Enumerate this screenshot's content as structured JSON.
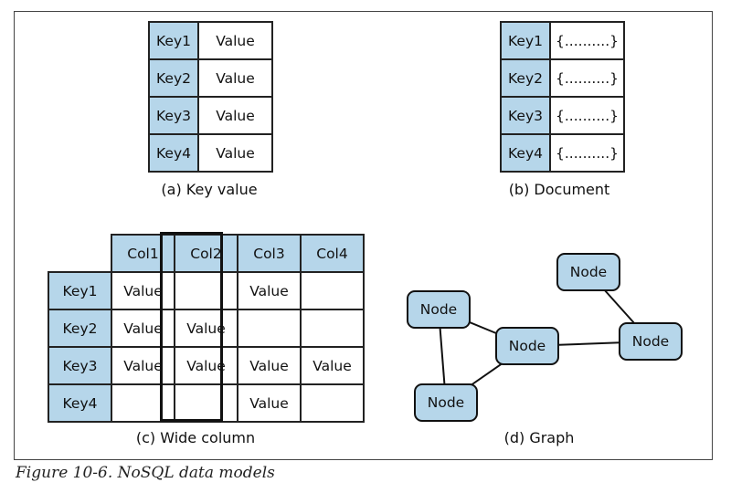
{
  "figure_caption": "Figure 10-6. NoSQL data models",
  "key_value": {
    "caption": "(a) Key value",
    "rows": [
      {
        "key": "Key1",
        "value": "Value"
      },
      {
        "key": "Key2",
        "value": "Value"
      },
      {
        "key": "Key3",
        "value": "Value"
      },
      {
        "key": "Key4",
        "value": "Value"
      }
    ]
  },
  "document": {
    "caption": "(b) Document",
    "rows": [
      {
        "key": "Key1",
        "value": "{..........}"
      },
      {
        "key": "Key2",
        "value": "{..........}"
      },
      {
        "key": "Key3",
        "value": "{..........}"
      },
      {
        "key": "Key4",
        "value": "{..........}"
      }
    ]
  },
  "wide_column": {
    "caption": "(c) Wide column",
    "columns": [
      "Col1",
      "Col2",
      "Col3",
      "Col4"
    ],
    "rows": [
      {
        "key": "Key1",
        "cells": [
          "Value",
          "",
          "Value",
          ""
        ]
      },
      {
        "key": "Key2",
        "cells": [
          "Value",
          "Value",
          "",
          ""
        ]
      },
      {
        "key": "Key3",
        "cells": [
          "Value",
          "Value",
          "Value",
          "Value"
        ]
      },
      {
        "key": "Key4",
        "cells": [
          "",
          "",
          "Value",
          ""
        ]
      }
    ],
    "highlighted_column": "Col2"
  },
  "graph": {
    "caption": "(d) Graph",
    "nodes": [
      {
        "id": "n1",
        "label": "Node"
      },
      {
        "id": "n2",
        "label": "Node"
      },
      {
        "id": "n3",
        "label": "Node"
      },
      {
        "id": "n4",
        "label": "Node"
      },
      {
        "id": "n5",
        "label": "Node"
      }
    ],
    "edges": [
      [
        "n1",
        "n2"
      ],
      [
        "n1",
        "n3"
      ],
      [
        "n2",
        "n3"
      ],
      [
        "n3",
        "n5"
      ],
      [
        "n4",
        "n5"
      ]
    ]
  },
  "colors": {
    "key_fill": "#b6d6ea",
    "border": "#222222",
    "node_fill": "#b6d6ea"
  }
}
